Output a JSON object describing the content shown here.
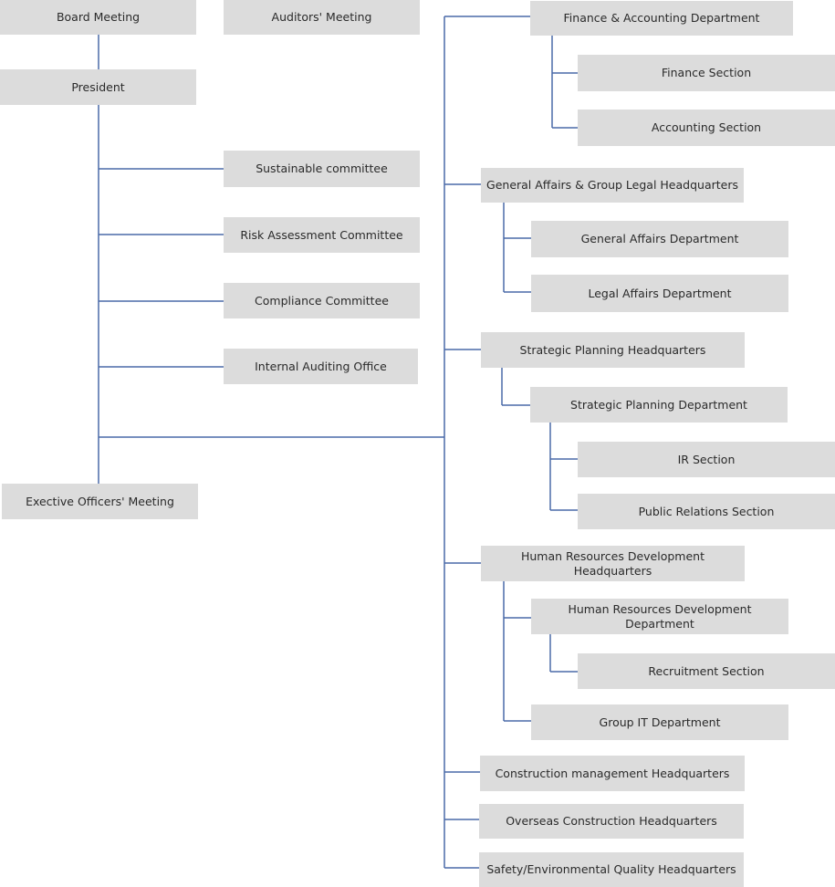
{
  "colors": {
    "box_fill": "#dcdcdc",
    "line": "#4a6aa8",
    "text": "#2a2a2a"
  },
  "nodes": {
    "board_meeting": "Board Meeting",
    "auditors_meeting": "Auditors' Meeting",
    "president": "President",
    "sustainable_committee": "Sustainable committee",
    "risk_assessment_committee": "Risk Assessment Committee",
    "compliance_committee": "Compliance Committee",
    "internal_auditing_office": "Internal Auditing Office",
    "executive_officers_meeting": "Exective Officers' Meeting",
    "finance_accounting_department": "Finance & Accounting Department",
    "finance_section": "Finance Section",
    "accounting_section": "Accounting Section",
    "general_affairs_legal_hq": "General Affairs & Group Legal Headquarters",
    "general_affairs_department": "General Affairs Department",
    "legal_affairs_department": "Legal Affairs Department",
    "strategic_planning_hq": "Strategic Planning Headquarters",
    "strategic_planning_department": "Strategic Planning Department",
    "ir_section": "IR Section",
    "public_relations_section": "Public Relations Section",
    "hr_development_hq": "Human Resources Development\nHeadquarters",
    "hr_development_department": "Human Resources Development\nDepartment",
    "recruitment_section": "Recruitment  Section",
    "group_it_department": "Group IT Department",
    "construction_management_hq": "Construction management Headquarters",
    "overseas_construction_hq": "Overseas Construction Headquarters",
    "safety_environmental_quality_hq": "Safety/Environmental Quality Headquarters"
  }
}
